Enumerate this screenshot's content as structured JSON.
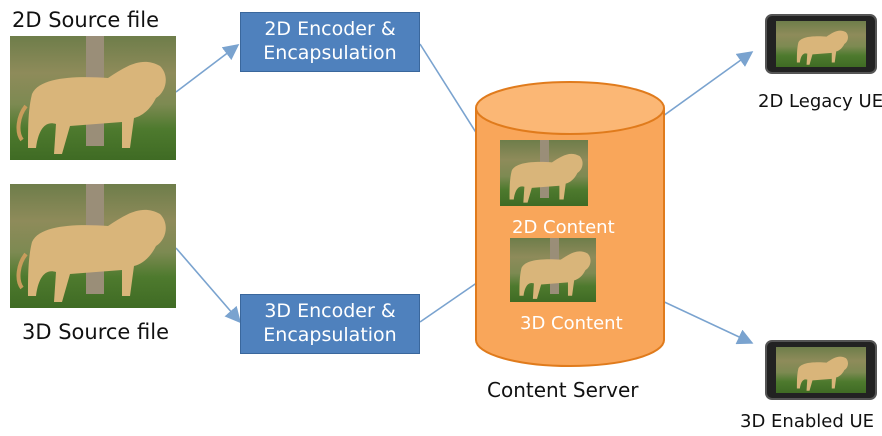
{
  "sources": {
    "source_2d_label": "2D Source file",
    "source_3d_label": "3D Source file"
  },
  "encoders": {
    "encoder_2d": {
      "line1": "2D Encoder &",
      "line2": "Encapsulation"
    },
    "encoder_3d": {
      "line1": "3D Encoder &",
      "line2": "Encapsulation"
    }
  },
  "server": {
    "label": "Content Server",
    "content_2d_label": "2D Content",
    "content_3d_label": "3D Content"
  },
  "devices": {
    "legacy_label": "2D Legacy UE",
    "enabled_label": "3D Enabled UE"
  },
  "colors": {
    "encoder_fill": "#4f81bd",
    "cylinder_fill": "#f9a65a",
    "cylinder_stroke": "#e07b1c",
    "arrow": "#7aa3cf"
  }
}
